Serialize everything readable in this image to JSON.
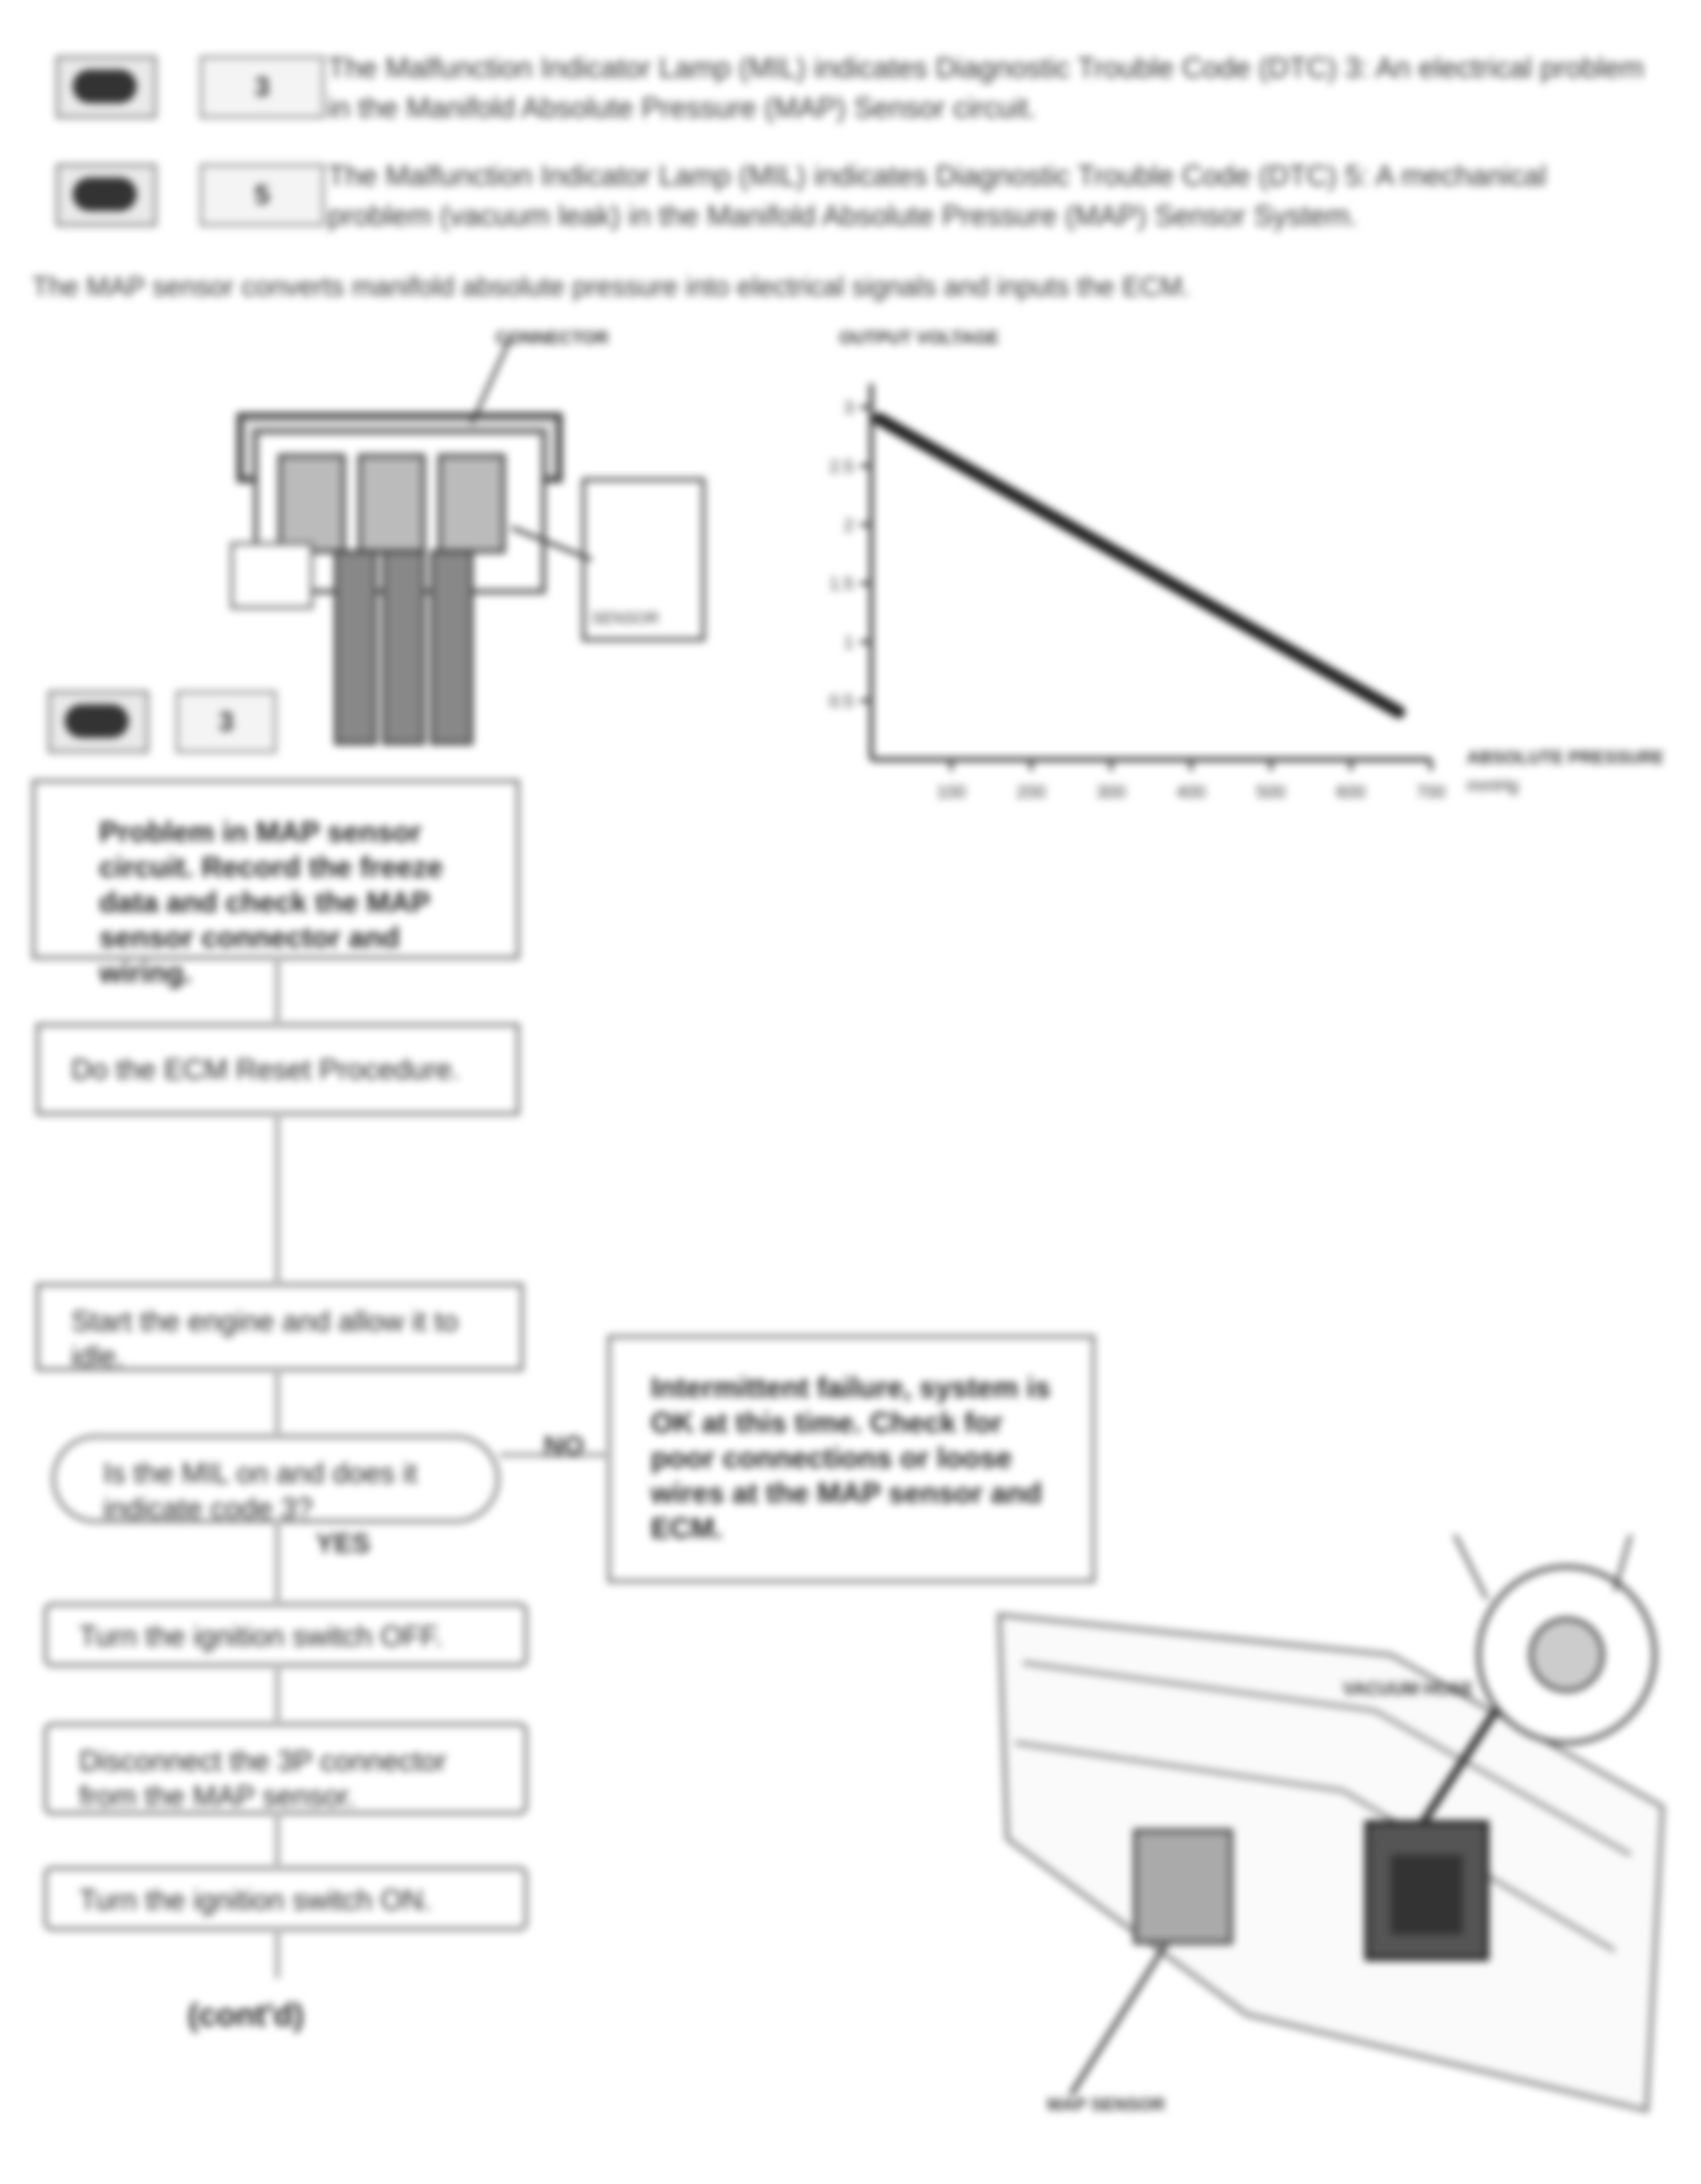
{
  "dtc": [
    {
      "code": "3",
      "text": "The Malfunction Indicator Lamp (MIL) indicates Diagnostic Trouble Code (DTC) 3: An electrical problem in the Manifold Absolute Pressure (MAP) Sensor circuit."
    },
    {
      "code": "5",
      "text": "The Malfunction Indicator Lamp (MIL) indicates Diagnostic Trouble Code (DTC) 5: A mechanical problem (vacuum leak) in the Manifold Absolute Pressure (MAP) Sensor System."
    }
  ],
  "intro": "The MAP sensor converts manifold absolute pressure into electrical signals and inputs the ECM.",
  "sensor_diagram": {
    "code": "3",
    "connector_label": "CONNECTOR",
    "sensor_label": "SENSOR"
  },
  "chart_data": {
    "type": "line",
    "title": "",
    "ylabel": "OUTPUT VOLTAGE",
    "xlabel": "ABSOLUTE PRESSURE",
    "xlabel_unit": "mmHg",
    "yticks": [
      "3",
      "2.5",
      "2",
      "1.5",
      "1",
      "0.5"
    ],
    "xticks": [
      "100",
      "200",
      "300",
      "400",
      "500",
      "600",
      "700"
    ],
    "series": [
      {
        "x": [
          0,
          700
        ],
        "y": [
          2.9,
          0.2
        ]
      }
    ]
  },
  "flowchart": {
    "box1": "Problem in MAP sensor circuit. Record the freeze data and check the MAP sensor connector and wiring.",
    "box2": "Do the ECM Reset Procedure.",
    "box3": "Start the engine and allow it to idle.",
    "decision": "Is the MIL on and does it indicate code 3?",
    "yes_label": "YES",
    "no_label": "NO",
    "no_box": "Intermittent failure, system is OK at this time. Check for poor connections or loose wires at the MAP sensor and ECM.",
    "box4": "Turn the ignition switch OFF.",
    "box5": "Disconnect the 3P connector from the MAP sensor.",
    "box6": "Turn the ignition switch ON.",
    "continue": "(cont'd)"
  },
  "engine_diagram": {
    "label_map": "MAP SENSOR",
    "label_vac": "VACUUM HOSE",
    "label_top1": "",
    "label_top2": ""
  }
}
